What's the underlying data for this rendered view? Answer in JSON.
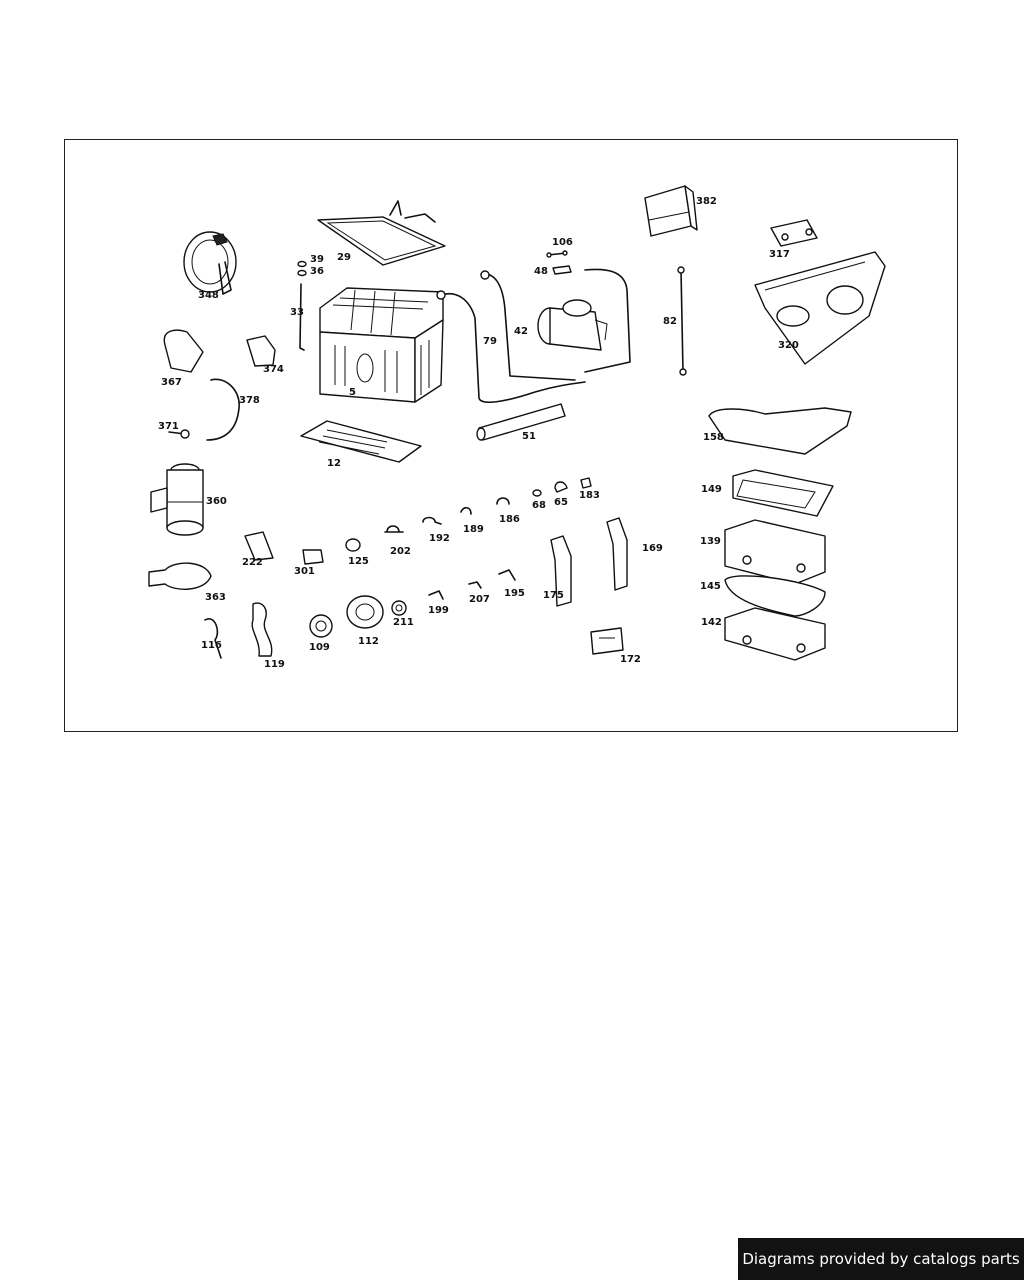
{
  "diagram": {
    "part_numbers": [
      "382",
      "317",
      "29",
      "106",
      "39",
      "36",
      "48",
      "348",
      "33",
      "82",
      "79",
      "42",
      "320",
      "367",
      "374",
      "5",
      "378",
      "51",
      "158",
      "371",
      "12",
      "183",
      "68",
      "65",
      "149",
      "360",
      "189",
      "186",
      "192",
      "202",
      "169",
      "139",
      "222",
      "301",
      "125",
      "175",
      "145",
      "363",
      "207",
      "195",
      "199",
      "211",
      "142",
      "116",
      "112",
      "109",
      "119",
      "172"
    ]
  },
  "footer": {
    "text": "Diagrams provided by catalogs parts"
  }
}
